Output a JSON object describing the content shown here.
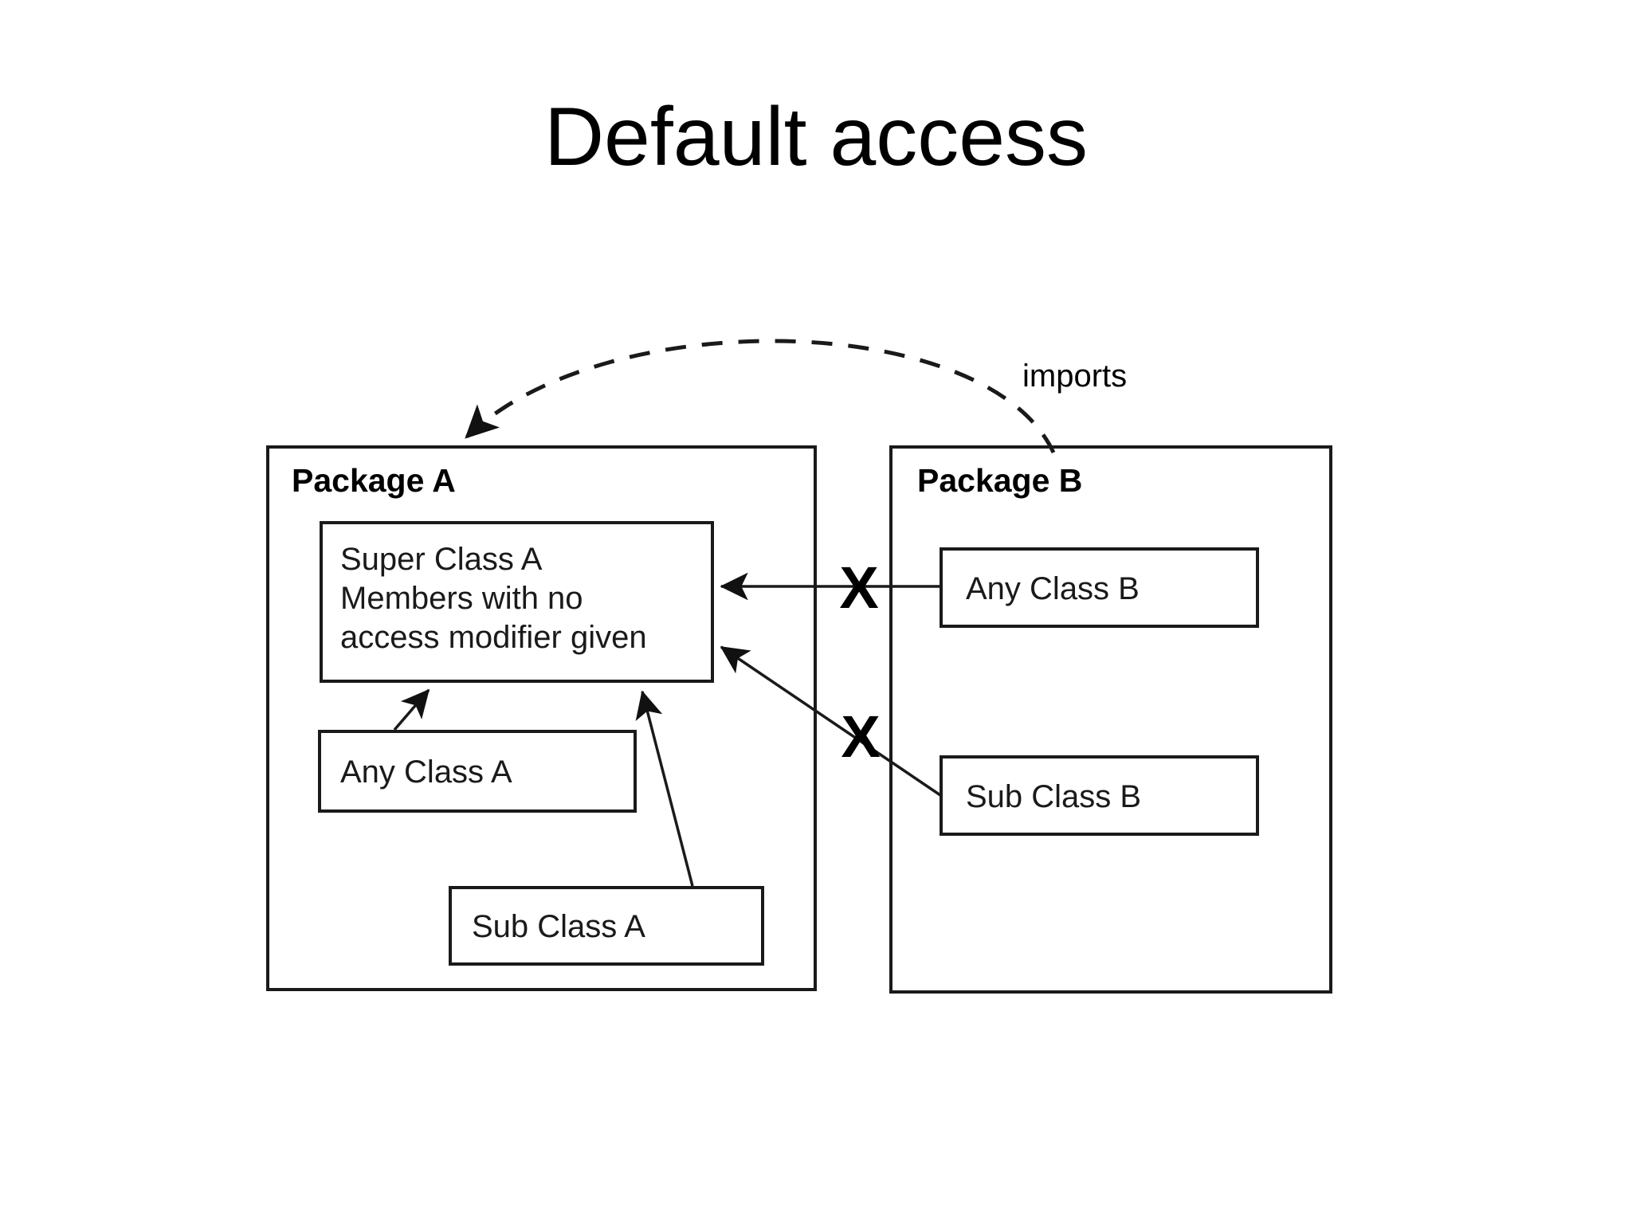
{
  "slide": {
    "title": "Default access",
    "background_color": "#ffffff",
    "ink_color": "#1a1a1a"
  },
  "diagram": {
    "type": "uml-package-access-diagram",
    "packages": [
      {
        "id": "package-a",
        "label": "Package A",
        "classes": [
          {
            "id": "super-class-a",
            "lines": [
              "Super Class A",
              "Members with no",
              "access modifier given"
            ]
          },
          {
            "id": "any-class-a",
            "lines": [
              "Any Class A"
            ]
          },
          {
            "id": "sub-class-a",
            "lines": [
              "Sub Class A"
            ]
          }
        ]
      },
      {
        "id": "package-b",
        "label": "Package B",
        "classes": [
          {
            "id": "any-class-b",
            "lines": [
              "Any Class B"
            ]
          },
          {
            "id": "sub-class-b",
            "lines": [
              "Sub Class B"
            ]
          }
        ]
      }
    ],
    "edges": [
      {
        "id": "imports-edge",
        "label": "imports",
        "style": "dashed",
        "from": "package-b",
        "to": "package-a",
        "allowed": true
      },
      {
        "id": "any-class-a-access",
        "label": "",
        "style": "solid",
        "from": "any-class-a",
        "to": "super-class-a",
        "allowed": true
      },
      {
        "id": "sub-class-a-access",
        "label": "",
        "style": "solid",
        "from": "sub-class-a",
        "to": "super-class-a",
        "allowed": true
      },
      {
        "id": "any-class-b-access",
        "label": "",
        "style": "solid",
        "from": "any-class-b",
        "to": "super-class-a",
        "allowed": false,
        "blocked_marker": "X"
      },
      {
        "id": "sub-class-b-access",
        "label": "",
        "style": "solid",
        "from": "sub-class-b",
        "to": "super-class-a",
        "allowed": false,
        "blocked_marker": "X"
      }
    ],
    "blocked_markers": [
      "X",
      "X"
    ]
  }
}
